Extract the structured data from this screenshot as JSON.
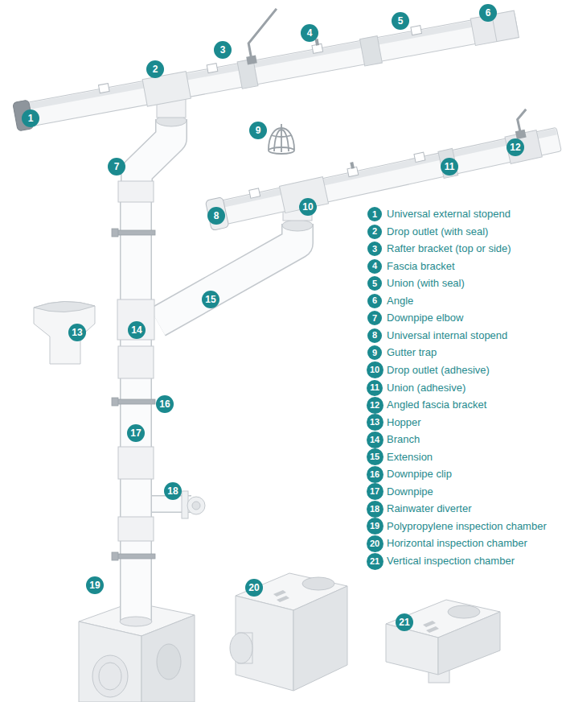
{
  "diagram": {
    "nodes": [
      {
        "text": [
          "1"
        ]
      },
      {
        "text": [
          "2"
        ]
      },
      {
        "text": [
          "3"
        ]
      },
      {
        "text": [
          "4"
        ]
      },
      {
        "text": [
          "5"
        ]
      },
      {
        "text": [
          "6"
        ]
      },
      {
        "text": [
          "7"
        ]
      },
      {
        "text": [
          "8"
        ]
      },
      {
        "text": [
          "9"
        ]
      },
      {
        "text": [
          "10"
        ]
      },
      {
        "text": [
          "11"
        ]
      },
      {
        "text": [
          "12"
        ]
      },
      {
        "text": [
          "13"
        ]
      },
      {
        "text": [
          "14"
        ]
      },
      {
        "text": [
          "15"
        ]
      },
      {
        "text": [
          "16"
        ]
      },
      {
        "text": [
          "17"
        ]
      },
      {
        "text": [
          "18"
        ]
      },
      {
        "text": [
          "19"
        ]
      },
      {
        "text": [
          "20"
        ]
      },
      {
        "text": [
          "21"
        ]
      },
      {
        "text": [
          "1"
        ]
      },
      {
        "text": [
          "2"
        ]
      },
      {
        "text": [
          "3"
        ]
      },
      {
        "text": [
          "4"
        ]
      },
      {
        "text": [
          "5"
        ]
      },
      {
        "text": [
          "6"
        ]
      },
      {
        "text": [
          "7"
        ]
      },
      {
        "text": [
          "8"
        ]
      },
      {
        "text": [
          "9"
        ]
      },
      {
        "text": [
          "10"
        ]
      },
      {
        "text": [
          "11"
        ]
      },
      {
        "text": [
          "12"
        ]
      },
      {
        "text": [
          "13"
        ]
      },
      {
        "text": [
          "14"
        ]
      },
      {
        "text": [
          "15"
        ]
      },
      {
        "text": [
          "16"
        ]
      },
      {
        "text": [
          "17"
        ]
      },
      {
        "text": [
          "18"
        ]
      },
      {
        "text": [
          "19"
        ]
      },
      {
        "text": [
          "20"
        ]
      },
      {
        "text": [
          "21"
        ]
      }
    ],
    "labels": [
      "Universal external stopend",
      "Drop outlet (with seal)",
      "Rafter bracket (top or side)",
      "Fascia bracket",
      "Union (with seal)",
      "Angle",
      "Downpipe elbow",
      "Universal internal stopend",
      "Gutter trap",
      "Drop outlet (adhesive)",
      "Union (adhesive)",
      "Angled fascia bracket",
      "Hopper",
      "Branch",
      "Extension",
      "Downpipe clip",
      "Downpipe",
      "Rainwater diverter",
      "Polypropylene inspection chamber",
      "Horizontal inspection chamber",
      "Vertical inspection chamber"
    ]
  }
}
